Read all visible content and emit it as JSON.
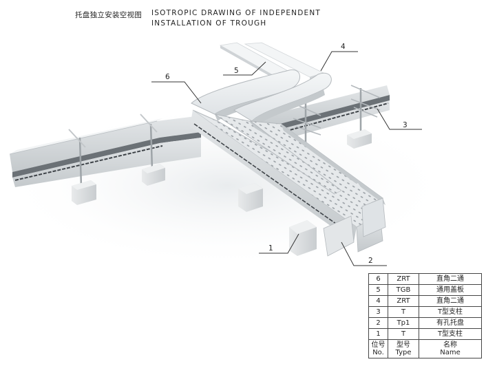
{
  "header": {
    "title_cn": "托盘独立安装空视图",
    "title_en_line1": "ISOTROPIC DRAWING OF INDEPENDENT",
    "title_en_line2": "INSTALLATION OF TROUGH"
  },
  "callouts": [
    {
      "id": "1",
      "label": "1"
    },
    {
      "id": "2",
      "label": "2"
    },
    {
      "id": "3",
      "label": "3"
    },
    {
      "id": "4",
      "label": "4"
    },
    {
      "id": "5",
      "label": "5"
    },
    {
      "id": "6",
      "label": "6"
    }
  ],
  "parts_table": {
    "rows": [
      {
        "no": "6",
        "type": "ZRT",
        "name": "直角二通"
      },
      {
        "no": "5",
        "type": "TGB",
        "name": "通用盖板"
      },
      {
        "no": "4",
        "type": "ZRT",
        "name": "直角二通"
      },
      {
        "no": "3",
        "type": "T",
        "name": "T型支柱"
      },
      {
        "no": "2",
        "type": "Tp1",
        "name": "有孔托盘"
      },
      {
        "no": "1",
        "type": "T",
        "name": "T型支柱"
      }
    ],
    "header": {
      "no_cn": "位号",
      "no_en": "No.",
      "type_cn": "型号",
      "type_en": "Type",
      "name_cn": "名称",
      "name_en": "Name"
    }
  },
  "colors": {
    "tray_light": "#eceff1",
    "tray_mid": "#d7dbde",
    "tray_dark": "#a9aeb2",
    "slot": "#4a4f54",
    "leader": "#333333"
  }
}
